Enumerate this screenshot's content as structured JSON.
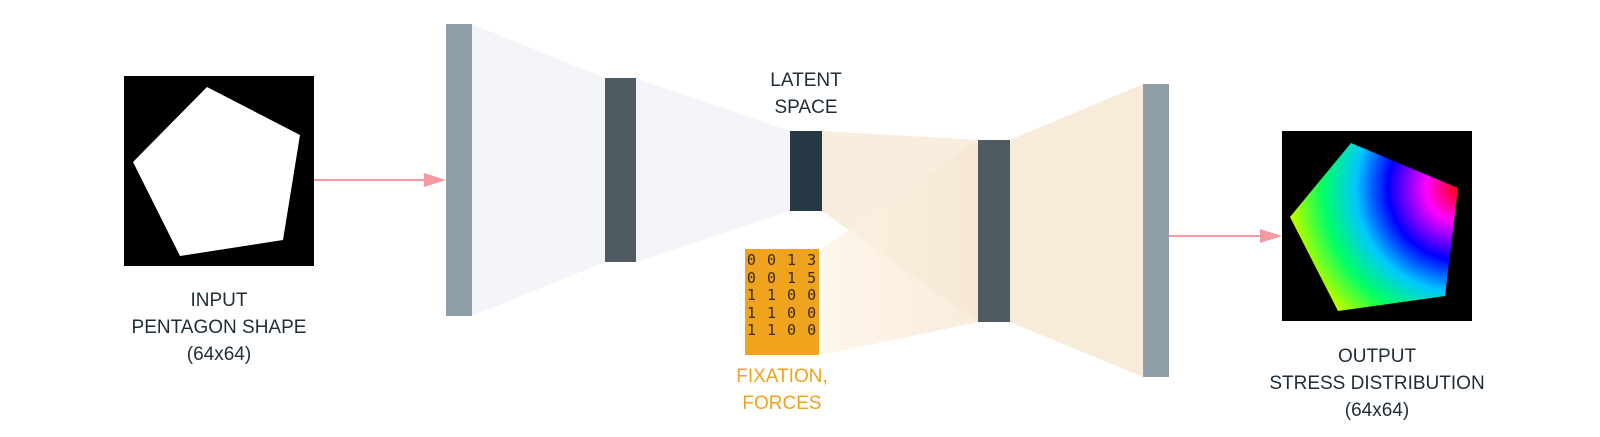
{
  "input_label": [
    "INPUT",
    "PENTAGON SHAPE",
    "(64x64)"
  ],
  "latent_label": [
    "LATENT",
    "SPACE"
  ],
  "condition_label": [
    "FIXATION,",
    "FORCES"
  ],
  "output_label": [
    "OUTPUT",
    "STRESS DISTRIBUTION",
    "(64x64)"
  ],
  "condition_matrix": [
    "0 0 1 3",
    "0 0 1 5",
    "1 1 0 0",
    "1 1 0 0",
    "1 1 0 0"
  ],
  "colors": {
    "encoder_outer": "#8f9fa9",
    "encoder_mid": "#4f5b61",
    "latent": "#253843",
    "funnel_encoder": "#eef1f5",
    "funnel_decoder": "#f5e6d0",
    "arrow": "#f29aa0",
    "condition": "#f0a31c"
  }
}
